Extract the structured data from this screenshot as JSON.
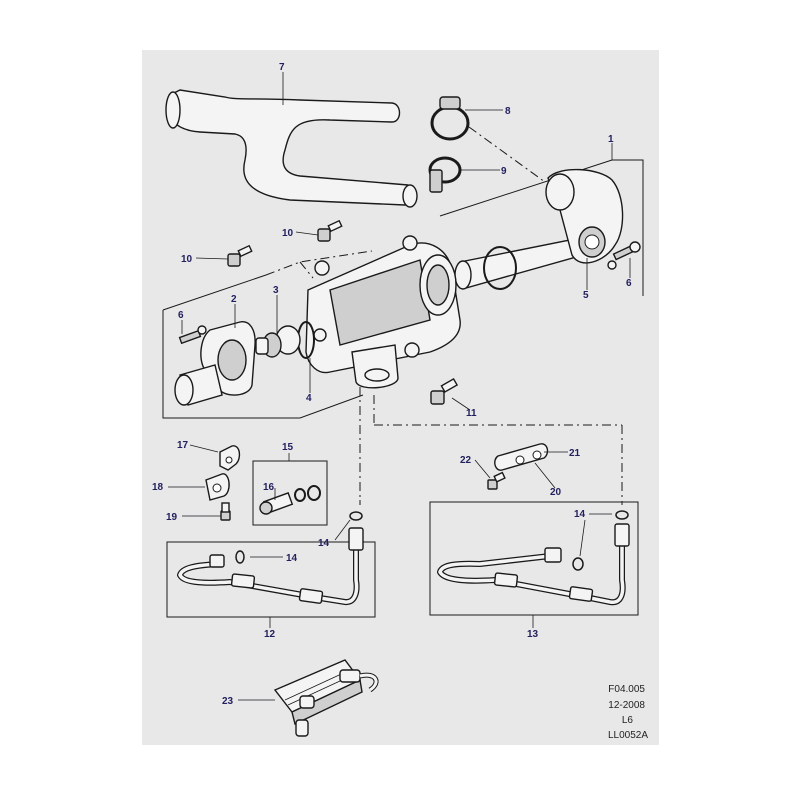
{
  "diagram": {
    "callouts": {
      "c1": "1",
      "c2": "2",
      "c3": "3",
      "c4": "4",
      "c5": "5",
      "c6a": "6",
      "c6b": "6",
      "c7": "7",
      "c8": "8",
      "c9": "9",
      "c10a": "10",
      "c10b": "10",
      "c11": "11",
      "c12": "12",
      "c13": "13",
      "c14a": "14",
      "c14b": "14",
      "c14c": "14",
      "c15": "15",
      "c16": "16",
      "c17": "17",
      "c18": "18",
      "c19": "19",
      "c20": "20",
      "c21": "21",
      "c22": "22",
      "c23": "23"
    },
    "info": {
      "figure_code": "F04.005",
      "date": "12-2008",
      "engine": "L6",
      "reference": "LL0052A"
    },
    "colors": {
      "background": "#e8e8e9",
      "callout_text": "#22205e",
      "line": "#1a1a1a"
    }
  }
}
